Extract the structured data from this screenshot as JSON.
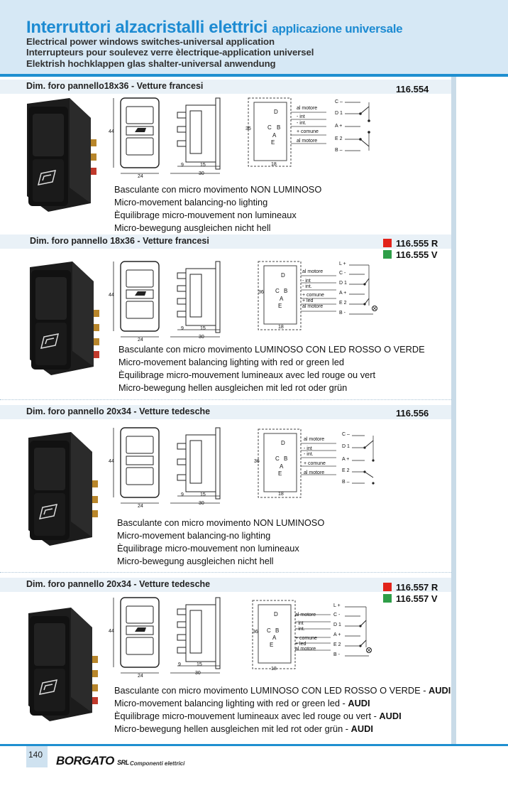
{
  "header": {
    "title": "Interruttori alzacristalli elettrici",
    "title_suffix": "applicazione universale",
    "subtitles": [
      "Electrical power windows switches-universal application",
      "Interrupteurs pour soulevez verre èlectrique-application universel",
      "Elektrish hochklappen glas shalter-universal anwendung"
    ]
  },
  "colors": {
    "accent": "#1d8bd2",
    "red": "#e2231a",
    "green": "#2e9e48"
  },
  "products": [
    {
      "label": "Dim. foro pannello18x36 - Vetture francesi",
      "codes": [
        "116.554"
      ],
      "dims": {
        "h": "44",
        "w": "24",
        "d1": "9",
        "d2": "15",
        "d3": "30",
        "ih": "36",
        "iw": "18"
      },
      "desc": [
        "Basculante con micro movimento  NON LUMINOSO",
        "Micro-movement balancing-no lighting",
        "Èquilibrage micro-mouvement non lumineaux",
        "Micro-bewegung ausgleichen nicht hell"
      ]
    },
    {
      "label": "Dim. foro pannello 18x36 - Vetture francesi",
      "codes": [
        "116.555 R",
        "116.555 V"
      ],
      "dims": {
        "h": "44",
        "w": "24",
        "d1": "9",
        "d2": "15",
        "d3": "30",
        "ih": "36",
        "iw": "18"
      },
      "desc": [
        "Basculante con micro movimento LUMINOSO CON LED ROSSO O VERDE",
        "Micro-movement balancing lighting with red or green led",
        "Èquilibrage micro-mouvement lumineaux avec led rouge ou vert",
        "Micro-bewegung hellen ausgleichen mit led rot oder grün"
      ]
    },
    {
      "label": "Dim. foro pannello 20x34 - Vetture tedesche",
      "codes": [
        "116.556"
      ],
      "dims": {
        "h": "44",
        "w": "24",
        "d1": "9",
        "d2": "15",
        "d3": "30",
        "ih": "36",
        "iw": "18"
      },
      "desc": [
        "Basculante con micro movimento  NON LUMINOSO",
        "Micro-movement balancing-no lighting",
        "Èquilibrage micro-mouvement non lumineaux",
        "Micro-bewegung ausgleichen nicht hell"
      ]
    },
    {
      "label": "Dim. foro pannello 20x34 - Vetture tedesche",
      "codes": [
        "116.557 R",
        "116.557 V"
      ],
      "dims": {
        "h": "44",
        "w": "24",
        "d1": "9",
        "d2": "15",
        "d3": "30",
        "ih": "36",
        "iw": "18"
      },
      "desc": [
        "Basculante con micro movimento LUMINOSO CON LED ROSSO O VERDE - ",
        "Micro-movement balancing lighting with red or green led - ",
        "Èquilibrage micro-mouvement lumineaux avec led rouge ou vert - ",
        "Micro-bewegung hellen ausgleichen mit led rot oder grün - "
      ],
      "brand_tag": "AUDI"
    }
  ],
  "terminal": {
    "D": "D",
    "C": "C",
    "B": "B",
    "A": "A",
    "E": "E",
    "al_motore": "al motore",
    "int": "- int",
    "int2": "- int.",
    "comune": "+ comune",
    "led": "+ led"
  },
  "schematic": {
    "plain": [
      "C –",
      "D  1",
      "A  +",
      "E  2",
      "B –"
    ],
    "lit": [
      "L +",
      "C -",
      "D 1",
      "A +",
      "E 2",
      "B -"
    ]
  },
  "footer": {
    "page": "140",
    "brand": "BORGATO",
    "brand_suffix": "SRL",
    "tagline": "Componenti elettrici"
  }
}
